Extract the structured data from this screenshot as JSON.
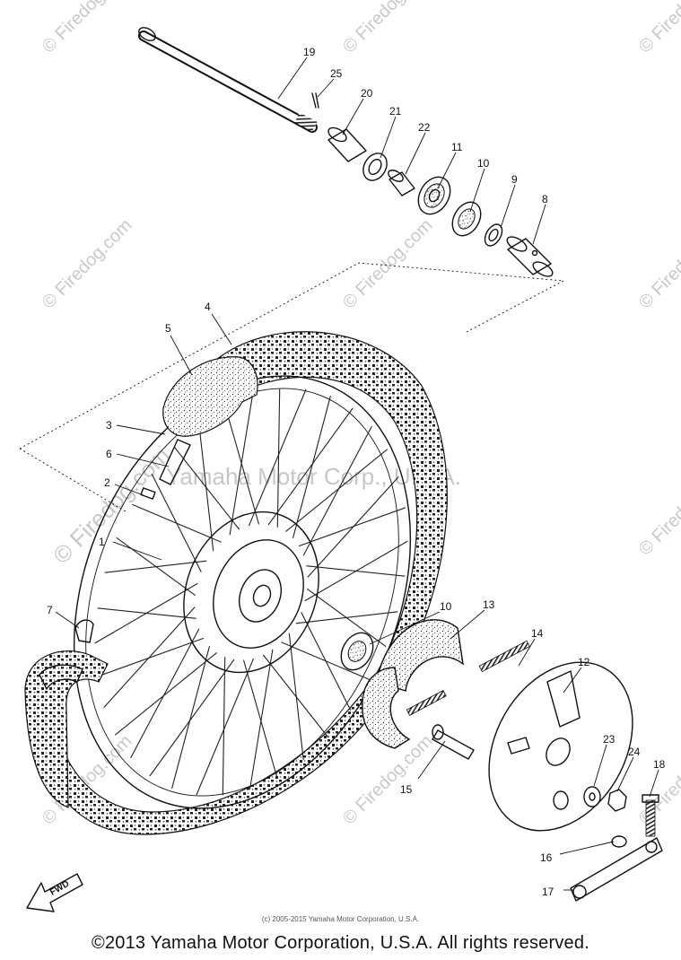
{
  "watermark": {
    "site_text": "© Firedog.com",
    "center_text": "Yamaha Motor Corp., U.S.A."
  },
  "fwd_label": "FWD",
  "callouts": [
    "1",
    "2",
    "3",
    "4",
    "5",
    "6",
    "7",
    "8",
    "9",
    "10",
    "11",
    "12",
    "13",
    "14",
    "15",
    "16",
    "17",
    "18",
    "19",
    "20",
    "21",
    "22",
    "23",
    "24",
    "25",
    "10"
  ],
  "fine_print": "(c) 2005-2015 Yamaha Motor Corporation, U.S.A.",
  "footer": "©2013 Yamaha Motor Corporation, U.S.A. All rights reserved."
}
